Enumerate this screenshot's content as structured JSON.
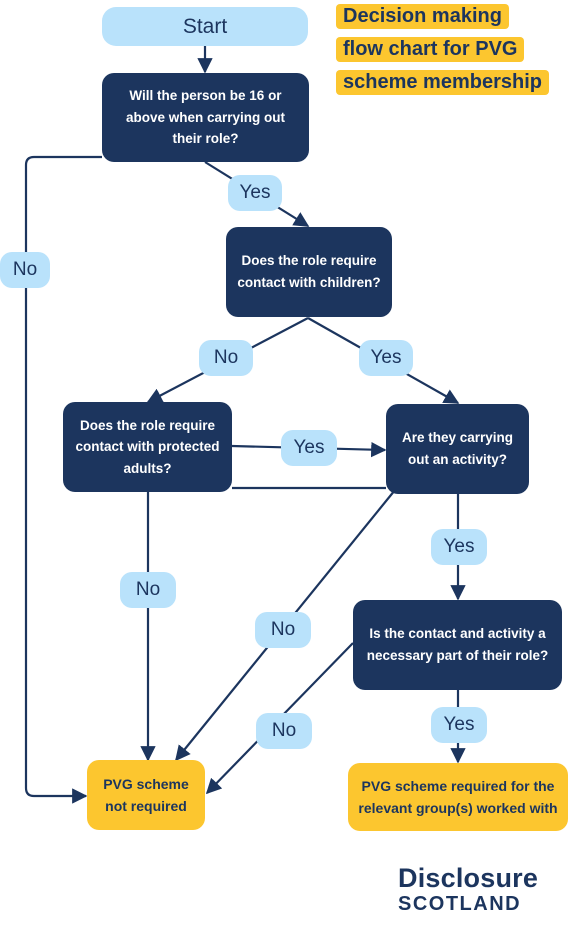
{
  "title_lines": [
    "Decision making",
    "flow chart for PVG",
    "scheme membership"
  ],
  "nodes": {
    "start": "Start",
    "q_age": "Will the person be 16 or above when carrying out their role?",
    "q_children": "Does the role require contact with children?",
    "q_adults": "Does the role require contact with protected adults?",
    "q_activity": "Are they carrying out an activity?",
    "q_necessary": "Is the contact and activity a necessary part of their role?",
    "outcome_not_required": "PVG scheme not required",
    "outcome_required": "PVG scheme required for the relevant group(s) worked with"
  },
  "labels": {
    "yes": "Yes",
    "no": "No"
  },
  "logo": {
    "line1": "Disclosure",
    "line2": "SCOTLAND"
  },
  "colors": {
    "navy": "#1c355e",
    "light_blue": "#b9e2fb",
    "yellow": "#fcc62f"
  }
}
